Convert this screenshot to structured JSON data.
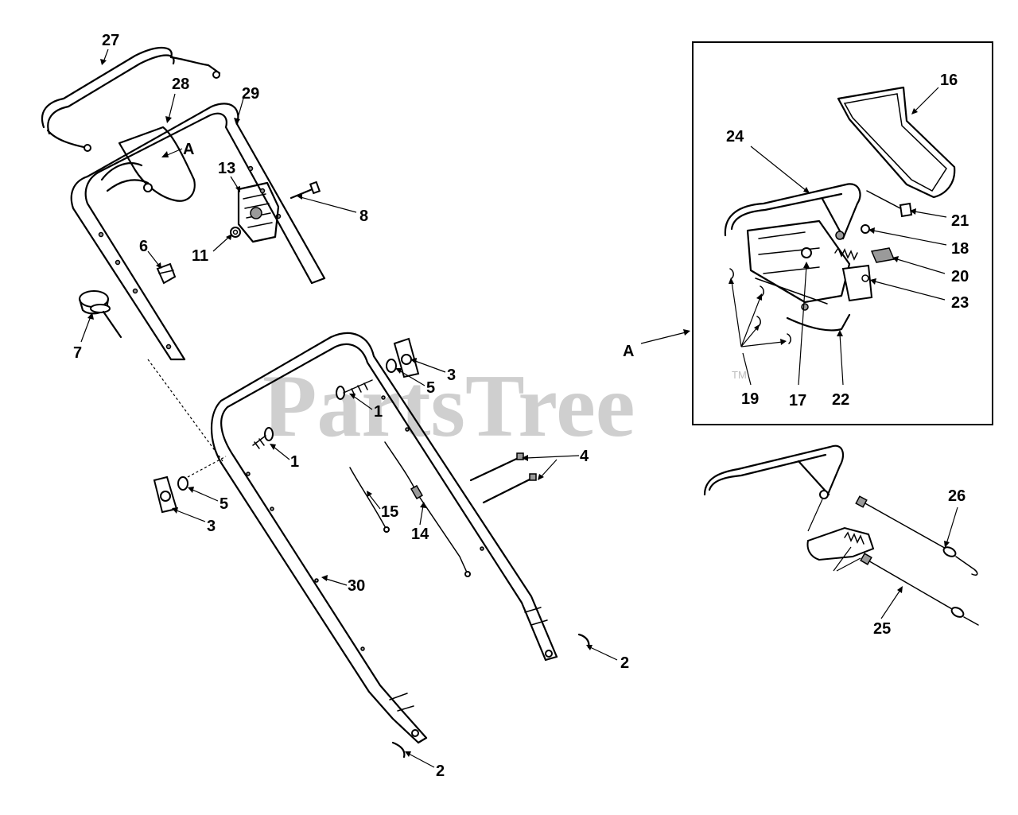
{
  "watermark": {
    "text": "PartsTree",
    "trademark": "TM"
  },
  "detail_box": {
    "label": "A"
  },
  "callouts": [
    {
      "id": "c27",
      "text": "27"
    },
    {
      "id": "c28",
      "text": "28"
    },
    {
      "id": "c29",
      "text": "29"
    },
    {
      "id": "cA1",
      "text": "A"
    },
    {
      "id": "c13",
      "text": "13"
    },
    {
      "id": "c8",
      "text": "8"
    },
    {
      "id": "c11",
      "text": "11"
    },
    {
      "id": "c6",
      "text": "6"
    },
    {
      "id": "c7",
      "text": "7"
    },
    {
      "id": "c3a",
      "text": "3"
    },
    {
      "id": "c5a",
      "text": "5"
    },
    {
      "id": "c1a",
      "text": "1"
    },
    {
      "id": "c1b",
      "text": "1"
    },
    {
      "id": "c4",
      "text": "4"
    },
    {
      "id": "c15",
      "text": "15"
    },
    {
      "id": "c14",
      "text": "14"
    },
    {
      "id": "c5b",
      "text": "5"
    },
    {
      "id": "c3b",
      "text": "3"
    },
    {
      "id": "c30",
      "text": "30"
    },
    {
      "id": "c2a",
      "text": "2"
    },
    {
      "id": "c2b",
      "text": "2"
    },
    {
      "id": "c16",
      "text": "16"
    },
    {
      "id": "c24",
      "text": "24"
    },
    {
      "id": "c21",
      "text": "21"
    },
    {
      "id": "c18",
      "text": "18"
    },
    {
      "id": "c20",
      "text": "20"
    },
    {
      "id": "c23",
      "text": "23"
    },
    {
      "id": "c19",
      "text": "19"
    },
    {
      "id": "c17",
      "text": "17"
    },
    {
      "id": "c22",
      "text": "22"
    },
    {
      "id": "cA2",
      "text": "A"
    },
    {
      "id": "c26",
      "text": "26"
    },
    {
      "id": "c25",
      "text": "25"
    }
  ]
}
